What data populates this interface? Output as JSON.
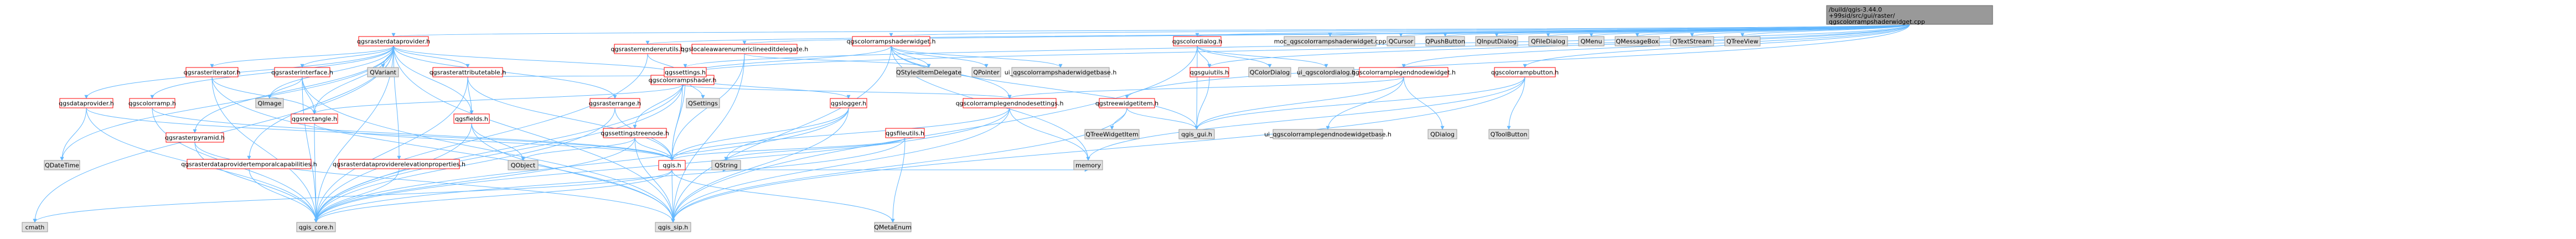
{
  "colors": {
    "root_fill": "#999999",
    "plain_fill": "#e0e0e0",
    "plain_stroke": "#999999",
    "linked_fill": "#ffffff",
    "linked_stroke": "#ff0000",
    "edge": "#63b8ff"
  },
  "graph": {
    "root": "qgscolorrampshaderwidget.cpp",
    "nodes": [
      {
        "id": "root",
        "label": "/build/qgis-3.44.0+99sid/src/gui/raster/qgscolorrampshaderwidget.cpp",
        "kind": "root"
      },
      {
        "id": "qgsrasterdataprovider",
        "label": "qgsrasterdataprovider.h",
        "kind": "linked"
      },
      {
        "id": "qgsrasterrendererutils",
        "label": "qgsrasterrendererutils.h",
        "kind": "linked"
      },
      {
        "id": "qgslocaleawarenumericlineeditdelegate",
        "label": "qgslocaleawarenumericlineeditdelegate.h",
        "kind": "linked"
      },
      {
        "id": "qgscolorrampshaderwidget_h",
        "label": "qgscolorrampshaderwidget.h",
        "kind": "linked"
      },
      {
        "id": "qgscolordialog",
        "label": "qgscolordialog.h",
        "kind": "linked"
      },
      {
        "id": "moc_qgscolorrampshaderwidget",
        "label": "moc_qgscolorrampshaderwidget.cpp",
        "kind": "plain"
      },
      {
        "id": "QCursor",
        "label": "QCursor",
        "kind": "plain"
      },
      {
        "id": "QPushButton",
        "label": "QPushButton",
        "kind": "plain"
      },
      {
        "id": "QInputDialog",
        "label": "QInputDialog",
        "kind": "plain"
      },
      {
        "id": "QFileDialog",
        "label": "QFileDialog",
        "kind": "plain"
      },
      {
        "id": "QMenu",
        "label": "QMenu",
        "kind": "plain"
      },
      {
        "id": "QMessageBox",
        "label": "QMessageBox",
        "kind": "plain"
      },
      {
        "id": "QTextStream",
        "label": "QTextStream",
        "kind": "plain"
      },
      {
        "id": "QTreeView",
        "label": "QTreeView",
        "kind": "plain"
      },
      {
        "id": "qgsrasteriterator",
        "label": "qgsrasteriterator.h",
        "kind": "linked"
      },
      {
        "id": "qgsrasterinterface",
        "label": "qgsrasterinterface.h",
        "kind": "linked"
      },
      {
        "id": "QVariant",
        "label": "QVariant",
        "kind": "plain"
      },
      {
        "id": "qgsrasterattributetable",
        "label": "qgsrasterattributetable.h",
        "kind": "linked"
      },
      {
        "id": "qgscolorrampshader",
        "label": "qgscolorrampshader.h",
        "kind": "linked"
      },
      {
        "id": "qgssettings",
        "label": "qgssettings.h",
        "kind": "linked"
      },
      {
        "id": "QStyledItemDelegate",
        "label": "QStyledItemDelegate",
        "kind": "plain"
      },
      {
        "id": "QPointer",
        "label": "QPointer",
        "kind": "plain"
      },
      {
        "id": "ui_qgscolorrampshaderwidgetbase",
        "label": "ui_qgscolorrampshaderwidgetbase.h",
        "kind": "plain"
      },
      {
        "id": "qgstreewidgetitem",
        "label": "qgstreewidgetitem.h",
        "kind": "linked"
      },
      {
        "id": "qgsguiutils",
        "label": "qgsguiutils.h",
        "kind": "linked"
      },
      {
        "id": "QColorDialog",
        "label": "QColorDialog",
        "kind": "plain"
      },
      {
        "id": "ui_qgscolordialog",
        "label": "ui_qgscolordialog.h",
        "kind": "plain"
      },
      {
        "id": "qgscolorramplegendnodewidget",
        "label": "qgscolorramplegendnodewidget.h",
        "kind": "linked"
      },
      {
        "id": "qgscolorrampbutton",
        "label": "qgscolorrampbutton.h",
        "kind": "linked"
      },
      {
        "id": "qgsdataprovider",
        "label": "qgsdataprovider.h",
        "kind": "linked"
      },
      {
        "id": "qgscolorramp",
        "label": "qgscolorramp.h",
        "kind": "linked"
      },
      {
        "id": "qgsrasterpyramid",
        "label": "qgsrasterpyramid.h",
        "kind": "linked"
      },
      {
        "id": "QImage",
        "label": "QImage",
        "kind": "plain"
      },
      {
        "id": "qgsrectangle",
        "label": "qgsrectangle.h",
        "kind": "linked"
      },
      {
        "id": "qgsfields",
        "label": "qgsfields.h",
        "kind": "linked"
      },
      {
        "id": "qgsrasterrange",
        "label": "qgsrasterrange.h",
        "kind": "linked"
      },
      {
        "id": "qgssettingstreenode",
        "label": "qgssettingstreenode.h",
        "kind": "linked"
      },
      {
        "id": "QSettings",
        "label": "QSettings",
        "kind": "plain"
      },
      {
        "id": "qgslogger",
        "label": "qgslogger.h",
        "kind": "linked"
      },
      {
        "id": "qgsfileutils",
        "label": "qgsfileutils.h",
        "kind": "linked"
      },
      {
        "id": "qgscolorramplegendnodesettings",
        "label": "qgscolorramplegendnodesettings.h",
        "kind": "linked"
      },
      {
        "id": "QTreeWidgetItem",
        "label": "QTreeWidgetItem",
        "kind": "plain"
      },
      {
        "id": "ui_qgscolorramplegendnodewidgetbase",
        "label": "ui_qgscolorramplegendnodewidgetbase.h",
        "kind": "plain"
      },
      {
        "id": "QDialog",
        "label": "QDialog",
        "kind": "plain"
      },
      {
        "id": "QToolButton",
        "label": "QToolButton",
        "kind": "plain"
      },
      {
        "id": "qgis_gui",
        "label": "qgis_gui.h",
        "kind": "plain"
      },
      {
        "id": "QDateTime",
        "label": "QDateTime",
        "kind": "plain"
      },
      {
        "id": "qgsrasterdataprovidertemporalcapabilities",
        "label": "qgsrasterdataprovidertemporalcapabilities.h",
        "kind": "linked"
      },
      {
        "id": "qgsrasterdataproviderelevationproperties",
        "label": "qgsrasterdataproviderelevationproperties.h",
        "kind": "linked"
      },
      {
        "id": "QObject",
        "label": "QObject",
        "kind": "plain"
      },
      {
        "id": "qgis_h",
        "label": "qgis.h",
        "kind": "linked"
      },
      {
        "id": "QString",
        "label": "QString",
        "kind": "plain"
      },
      {
        "id": "memory",
        "label": "memory",
        "kind": "plain"
      },
      {
        "id": "cmath",
        "label": "cmath",
        "kind": "plain"
      },
      {
        "id": "qgis_core",
        "label": "qgis_core.h",
        "kind": "plain"
      },
      {
        "id": "qgis_sip",
        "label": "qgis_sip.h",
        "kind": "plain"
      },
      {
        "id": "QMetaEnum",
        "label": "QMetaEnum",
        "kind": "plain"
      }
    ],
    "edges": [
      [
        "root",
        "qgsrasterdataprovider"
      ],
      [
        "root",
        "qgsrasterrendererutils"
      ],
      [
        "root",
        "qgslocaleawarenumericlineeditdelegate"
      ],
      [
        "root",
        "qgscolorrampshaderwidget_h"
      ],
      [
        "root",
        "qgscolordialog"
      ],
      [
        "root",
        "moc_qgscolorrampshaderwidget"
      ],
      [
        "root",
        "QCursor"
      ],
      [
        "root",
        "QPushButton"
      ],
      [
        "root",
        "QInputDialog"
      ],
      [
        "root",
        "QFileDialog"
      ],
      [
        "root",
        "QMenu"
      ],
      [
        "root",
        "QMessageBox"
      ],
      [
        "root",
        "QTextStream"
      ],
      [
        "root",
        "QTreeView"
      ],
      [
        "root",
        "qgssettings"
      ],
      [
        "root",
        "qgstreewidgetitem"
      ],
      [
        "root",
        "qgscolorramplegendnodewidget"
      ],
      [
        "root",
        "qgscolorrampbutton"
      ],
      [
        "root",
        "qgsguiutils"
      ],
      [
        "root",
        "qgscolorrampshader"
      ],
      [
        "qgsrasterdataprovider",
        "qgsrasteriterator"
      ],
      [
        "qgsrasterdataprovider",
        "qgsrasterinterface"
      ],
      [
        "qgsrasterdataprovider",
        "QVariant"
      ],
      [
        "qgsrasterdataprovider",
        "qgsrasterattributetable"
      ],
      [
        "qgsrasterdataprovider",
        "qgscolorrampshader"
      ],
      [
        "qgsrasterdataprovider",
        "qgsdataprovider"
      ],
      [
        "qgsrasterdataprovider",
        "qgscolorramp"
      ],
      [
        "qgsrasterdataprovider",
        "qgsrasterpyramid"
      ],
      [
        "qgsrasterdataprovider",
        "QImage"
      ],
      [
        "qgsrasterdataprovider",
        "qgsrectangle"
      ],
      [
        "qgsrasterdataprovider",
        "qgsfields"
      ],
      [
        "qgsrasterdataprovider",
        "qgsrasterrange"
      ],
      [
        "qgsrasterdataprovider",
        "qgsrasterdataprovidertemporalcapabilities"
      ],
      [
        "qgsrasterdataprovider",
        "qgsrasterdataproviderelevationproperties"
      ],
      [
        "qgsrasterdataprovider",
        "QDateTime"
      ],
      [
        "qgsrasterdataprovider",
        "cmath"
      ],
      [
        "qgsrasterdataprovider",
        "qgis_core"
      ],
      [
        "qgsrasterdataprovider",
        "qgis_sip"
      ],
      [
        "qgsrasterrendererutils",
        "qgscolorrampshader"
      ],
      [
        "qgsrasterrendererutils",
        "qgis_core"
      ],
      [
        "qgslocaleawarenumericlineeditdelegate",
        "QStyledItemDelegate"
      ],
      [
        "qgslocaleawarenumericlineeditdelegate",
        "qgis_sip"
      ],
      [
        "qgslocaleawarenumericlineeditdelegate",
        "qgis_h"
      ],
      [
        "qgscolorrampshaderwidget_h",
        "QStyledItemDelegate"
      ],
      [
        "qgscolorrampshaderwidget_h",
        "QPointer"
      ],
      [
        "qgscolorrampshaderwidget_h",
        "ui_qgscolorrampshaderwidgetbase"
      ],
      [
        "qgscolorrampshaderwidget_h",
        "qgscolorrampshader"
      ],
      [
        "qgscolorrampshaderwidget_h",
        "qgscolorramplegendnodesettings"
      ],
      [
        "qgscolorrampshaderwidget_h",
        "qgis_gui"
      ],
      [
        "qgscolorrampshaderwidget_h",
        "qgis_sip"
      ],
      [
        "qgscolorrampshaderwidget_h",
        "memory"
      ],
      [
        "qgscolordialog",
        "QColorDialog"
      ],
      [
        "qgscolordialog",
        "ui_qgscolordialog"
      ],
      [
        "qgscolordialog",
        "qgsguiutils"
      ],
      [
        "qgscolordialog",
        "qgis_gui"
      ],
      [
        "qgscolordialog",
        "qgis_sip"
      ],
      [
        "qgsrasteriterator",
        "qgsrectangle"
      ],
      [
        "qgsrasteriterator",
        "qgis_core"
      ],
      [
        "qgsrasteriterator",
        "qgis_sip"
      ],
      [
        "qgsrasterinterface",
        "QImage"
      ],
      [
        "qgsrasterinterface",
        "qgsrectangle"
      ],
      [
        "qgsrasterinterface",
        "qgis_core"
      ],
      [
        "qgsrasterinterface",
        "qgis_sip"
      ],
      [
        "qgsrasterattributetable",
        "qgsfields"
      ],
      [
        "qgsrasterattributetable",
        "qgis_core"
      ],
      [
        "qgsrasterattributetable",
        "qgis_h"
      ],
      [
        "qgsrasterattributetable",
        "qgscolorrampshader"
      ],
      [
        "qgscolorrampshader",
        "qgsrectangle"
      ],
      [
        "qgscolorrampshader",
        "qgis_core"
      ],
      [
        "qgscolorrampshader",
        "qgis_h"
      ],
      [
        "qgscolorrampshader",
        "qgscolorramplegendnodesettings"
      ],
      [
        "qgssettings",
        "QSettings"
      ],
      [
        "qgssettings",
        "qgssettingstreenode"
      ],
      [
        "qgssettings",
        "qgis_core"
      ],
      [
        "qgssettings",
        "qgis_h"
      ],
      [
        "qgssettings",
        "qgslogger"
      ],
      [
        "qgstreewidgetitem",
        "QTreeWidgetItem"
      ],
      [
        "qgstreewidgetitem",
        "qgis_gui"
      ],
      [
        "qgstreewidgetitem",
        "qgis_sip"
      ],
      [
        "qgsguiutils",
        "qgis_gui"
      ],
      [
        "qgscolorramplegendnodewidget",
        "ui_qgscolorramplegendnodewidgetbase"
      ],
      [
        "qgscolorramplegendnodewidget",
        "QDialog"
      ],
      [
        "qgscolorramplegendnodewidget",
        "qgis_gui"
      ],
      [
        "qgscolorramplegendnodewidget",
        "qgscolorramplegendnodesettings"
      ],
      [
        "qgscolorrampbutton",
        "QToolButton"
      ],
      [
        "qgscolorrampbutton",
        "qgis_gui"
      ],
      [
        "qgscolorrampbutton",
        "qgis_sip"
      ],
      [
        "qgscolorrampbutton",
        "memory"
      ],
      [
        "qgsdataprovider",
        "QDateTime"
      ],
      [
        "qgsdataprovider",
        "qgis_core"
      ],
      [
        "qgsdataprovider",
        "qgis_h"
      ],
      [
        "qgscolorramp",
        "qgis_core"
      ],
      [
        "qgscolorramp",
        "qgis_h"
      ],
      [
        "qgsrasterpyramid",
        "qgis_core"
      ],
      [
        "qgsrasterpyramid",
        "qgis_sip"
      ],
      [
        "qgsrectangle",
        "qgis_core"
      ],
      [
        "qgsrectangle",
        "qgis_h"
      ],
      [
        "qgsfields",
        "qgis_core"
      ],
      [
        "qgsfields",
        "QObject"
      ],
      [
        "qgsfields",
        "qgis_sip"
      ],
      [
        "qgsrasterrange",
        "qgis_h"
      ],
      [
        "qgsrasterrange",
        "qgis_core"
      ],
      [
        "qgssettingstreenode",
        "QObject"
      ],
      [
        "qgssettingstreenode",
        "qgis_core"
      ],
      [
        "qgssettingstreenode",
        "qgis_sip"
      ],
      [
        "qgssettingstreenode",
        "qgis_h"
      ],
      [
        "qgslogger",
        "QString"
      ],
      [
        "qgslogger",
        "qgis_core"
      ],
      [
        "qgslogger",
        "qgis_sip"
      ],
      [
        "qgslogger",
        "qgis_h"
      ],
      [
        "qgsfileutils",
        "QString"
      ],
      [
        "qgsfileutils",
        "qgis_core"
      ],
      [
        "qgsfileutils",
        "qgis_h"
      ],
      [
        "qgsfileutils",
        "QMetaEnum"
      ],
      [
        "qgscolorramplegendnodesettings",
        "qgis_core"
      ],
      [
        "qgscolorramplegendnodesettings",
        "qgis_h"
      ],
      [
        "qgscolorramplegendnodesettings",
        "memory"
      ],
      [
        "qgscolorramplegendnodesettings",
        "qgis_sip"
      ],
      [
        "qgsrasterdataprovidertemporalcapabilities",
        "qgis_core"
      ],
      [
        "qgsrasterdataproviderelevationproperties",
        "qgis_core"
      ],
      [
        "qgis_h",
        "QMetaEnum"
      ],
      [
        "qgis_h",
        "cmath"
      ],
      [
        "qgis_h",
        "qgis_core"
      ],
      [
        "qgis_h",
        "qgis_sip"
      ],
      [
        "qgis_h",
        "memory"
      ],
      [
        "qgis_h",
        "QString"
      ]
    ]
  }
}
